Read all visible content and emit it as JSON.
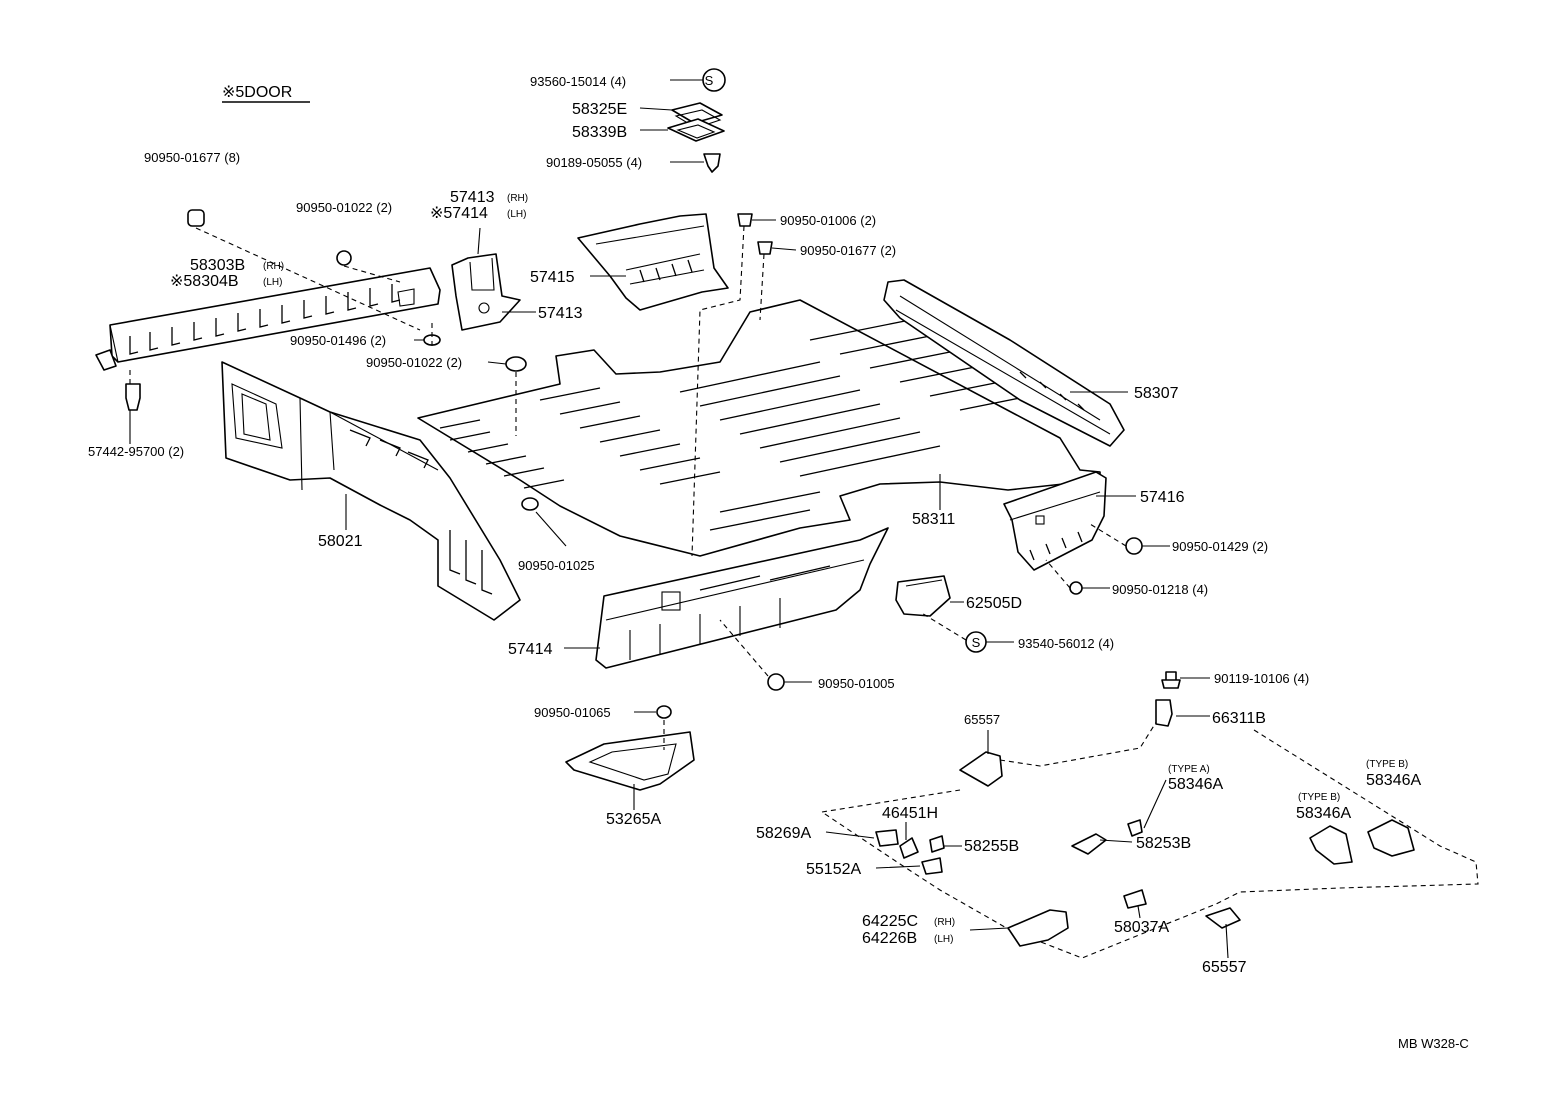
{
  "diagram": {
    "header": "※5DOOR",
    "figure_code": "MB W328-C",
    "labels": {
      "p93560": "93560-15014 (4)",
      "p58325E": "58325E",
      "p58339B": "58339B",
      "p90189": "90189-05055 (4)",
      "p90950_01677_8": "90950-01677 (8)",
      "p90950_01022_2a": "90950-01022 (2)",
      "p57413_rh": "57413",
      "p57414_lh": "※57414",
      "p58303B": "58303B",
      "p58304B": "※58304B",
      "p57413": "57413",
      "p90950_01496": "90950-01496 (2)",
      "p90950_01022_2b": "90950-01022 (2)",
      "p57442": "57442-95700 (2)",
      "p58021": "58021",
      "p57415": "57415",
      "p90950_01006": "90950-01006 (2)",
      "p90950_01677_2": "90950-01677 (2)",
      "p58307": "58307",
      "p58311": "58311",
      "p57416": "57416",
      "p90950_01429": "90950-01429 (2)",
      "p90950_01218": "90950-01218 (4)",
      "p90950_01025": "90950-01025",
      "p62505D": "62505D",
      "p93540": "93540-56012 (4)",
      "p57414": "57414",
      "p90950_01005": "90950-01005",
      "p90950_01065": "90950-01065",
      "p53265A": "53265A",
      "p90119": "90119-10106 (4)",
      "p65557_a": "65557",
      "p66311B": "66311B",
      "p58346A_typeA": "58346A",
      "p58346A_typeB1": "58346A",
      "p58346A_typeB2": "58346A",
      "p46451H": "46451H",
      "p58269A": "58269A",
      "p58255B": "58255B",
      "p58253B": "58253B",
      "p55152A": "55152A",
      "p64225C": "64225C",
      "p64226B": "64226B",
      "p58037A": "58037A",
      "p65557_b": "65557"
    },
    "tags": {
      "rh": "(RH)",
      "lh": "(LH)",
      "type_a": "(TYPE A)",
      "type_b": "(TYPE B)",
      "s_mark": "S"
    }
  }
}
